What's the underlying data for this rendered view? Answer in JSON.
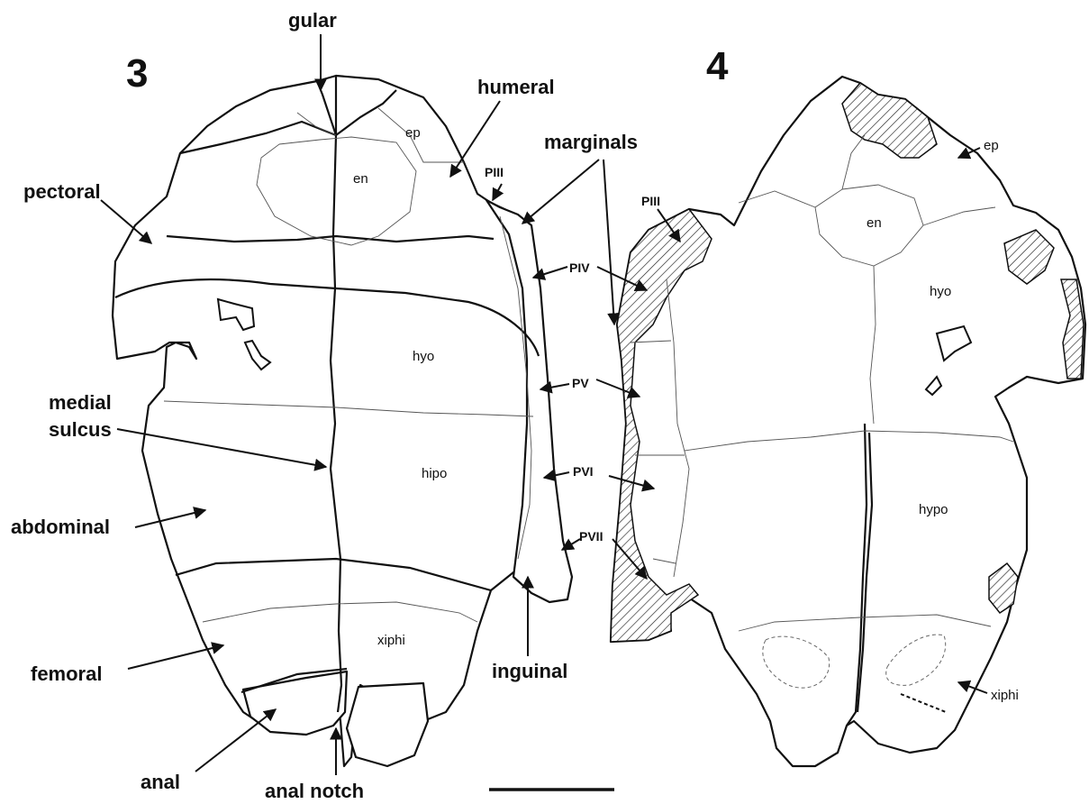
{
  "figures": {
    "left_number": "3",
    "right_number": "4"
  },
  "left_labels": {
    "gular": "gular",
    "humeral": "humeral",
    "marginals": "marginals",
    "pectoral": "pectoral",
    "medial_sulcus_line1": "medial",
    "medial_sulcus_line2": "sulcus",
    "abdominal": "abdominal",
    "femoral": "femoral",
    "anal": "anal",
    "anal_notch": "anal notch",
    "inguinal": "inguinal",
    "ep": "ep",
    "en": "en",
    "hyo": "hyo",
    "hipo": "hipo",
    "xiphi": "xiphi"
  },
  "peripheral_labels": {
    "piii_left": "PIII",
    "piii_right": "PIII",
    "piv": "PIV",
    "pv": "PV",
    "pvi": "PVI",
    "pvii": "PVII"
  },
  "right_labels": {
    "ep": "ep",
    "en": "en",
    "hyo": "hyo",
    "hypo": "hypo",
    "xiphi": "xiphi"
  }
}
